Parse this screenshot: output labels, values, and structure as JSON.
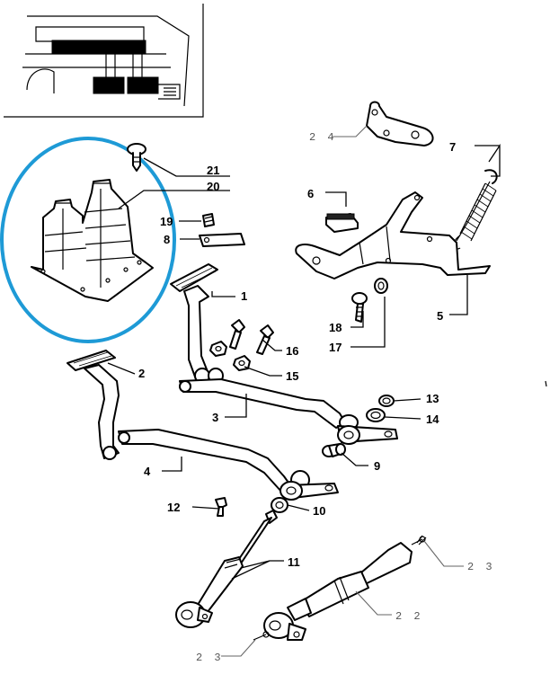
{
  "highlight": {
    "color": "#1e9ad6",
    "target": "20"
  },
  "callouts": {
    "c1": "1",
    "c2": "2",
    "c3": "3",
    "c4": "4",
    "c5": "5",
    "c6": "6",
    "c7": "7",
    "c8": "8",
    "c9": "9",
    "c10": "10",
    "c11": "11",
    "c12": "12",
    "c13": "13",
    "c14": "14",
    "c15": "15",
    "c16": "16",
    "c17": "17",
    "c18": "18",
    "c19": "19",
    "c20": "20",
    "c21": "21",
    "c22": "2 2",
    "c23a": "2 3",
    "c23b": "2 3",
    "c24": "2 4"
  }
}
